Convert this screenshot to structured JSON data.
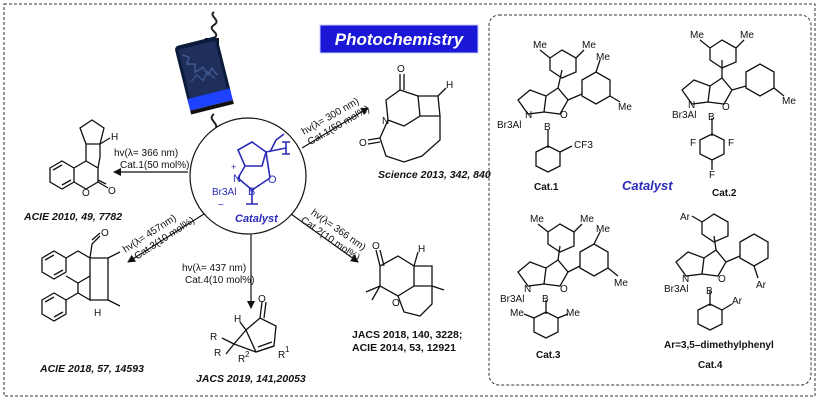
{
  "banner": {
    "title": "Photochemistry"
  },
  "center": {
    "label": "Catalyst",
    "atoms": {
      "n": "N",
      "b": "B",
      "o": "O",
      "al": "Br3Al",
      "plus": "+",
      "minus": "−"
    }
  },
  "reactions": [
    {
      "id": "r1",
      "cond1": "hv(λ= 366 nm)",
      "cond2": "Cat.1(50 mol%)",
      "ref": "ACIE 2010, 49, 7782"
    },
    {
      "id": "r2",
      "cond1": "hv(λ= 457nm)",
      "cond2": "Cat.3(10 mol%)",
      "ref": "ACIE 2018, 57, 14593"
    },
    {
      "id": "r3",
      "cond1": "hv(λ= 437 nm)",
      "cond2": "Cat.4(10 mol%)",
      "ref": "JACS  2019, 141,20053"
    },
    {
      "id": "r4",
      "cond1": "hv(λ= 366 nm)",
      "cond2": "Cat.2(10 mol%)",
      "ref1": "JACS 2018, 140, 3228;",
      "ref2": "ACIE 2014, 53, 12921"
    },
    {
      "id": "r5",
      "cond1": "hv(λ= 300 nm)",
      "cond2": "Cat.1(50 mol%)",
      "ref": "Science 2013, 342, 840"
    }
  ],
  "atom_labels": {
    "o": "O",
    "h": "H",
    "n": "N",
    "r": "R",
    "r1": "R",
    "r2": "R",
    "sup1": "1",
    "sup2": "2"
  },
  "catalyst_panel": {
    "title": "Catalyst",
    "cat1": "Cat.1",
    "cat2": "Cat.2",
    "cat3": "Cat.3",
    "cat4": "Cat.4",
    "cat4_note": "Ar=3,5–dimethylphenyl",
    "me": "Me",
    "ar": "Ar",
    "cf3": "CF3",
    "f": "F",
    "n": "N",
    "b": "B",
    "o": "O",
    "al": "Br3Al"
  }
}
